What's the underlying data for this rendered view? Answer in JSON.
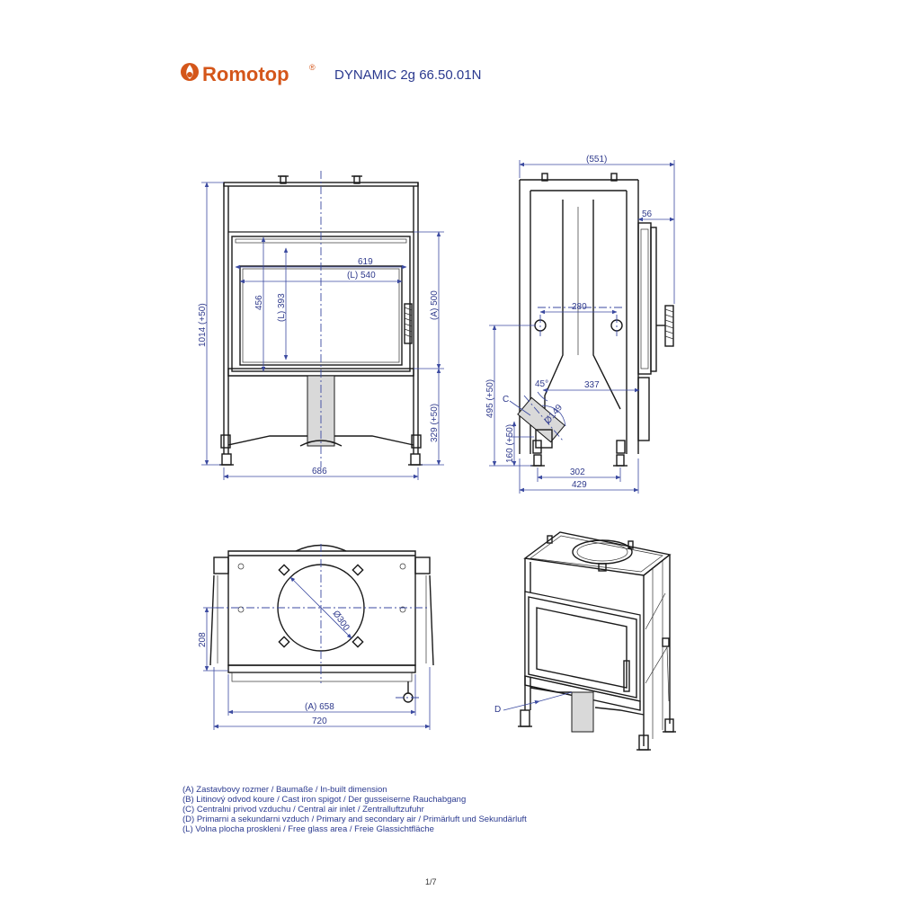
{
  "header": {
    "brand": "Romotop",
    "brand_mark": "®",
    "model": "DYNAMIC 2g 66.50.01N",
    "brand_color": "#d4561a",
    "text_color": "#2b3a8f",
    "logo_icon": "flame-icon"
  },
  "front_view": {
    "d_619": "619",
    "d_l540": "(L) 540",
    "d_456": "456",
    "d_l393": "(L) 393",
    "d_a500": "(A) 500",
    "d_1014": "1014 (+50)",
    "d_329": "329 (+50)",
    "d_686": "686"
  },
  "side_view": {
    "d_551": "(551)",
    "d_56": "56",
    "d_280": "280",
    "d_337": "337",
    "d_45": "45°",
    "d_149": "Ø149",
    "d_c": "C",
    "d_495": "495 (+50)",
    "d_160": "160 (+50)",
    "d_302": "302",
    "d_429": "429"
  },
  "top_view": {
    "d_300": "Ø300",
    "d_208": "208",
    "d_a658": "(A) 658",
    "d_720": "720"
  },
  "iso_view": {
    "d_d": "D"
  },
  "legend": [
    "(A)  Zastavbovy rozmer / Baumaße / In-built dimension",
    "(B)  Litinový odvod koure / Cast iron spigot / Der gusseiserne Rauchabgang",
    "(C)  Centralni privod vzduchu / Central air inlet / Zentralluftzufuhr",
    "(D)  Primarni a sekundarni vzduch / Primary and secondary air / Primärluft und Sekundärluft",
    "(L)  Volna plocha proskleni / Free glass area / Freie Glassichtfläche"
  ],
  "footer": {
    "page": "1/7"
  }
}
